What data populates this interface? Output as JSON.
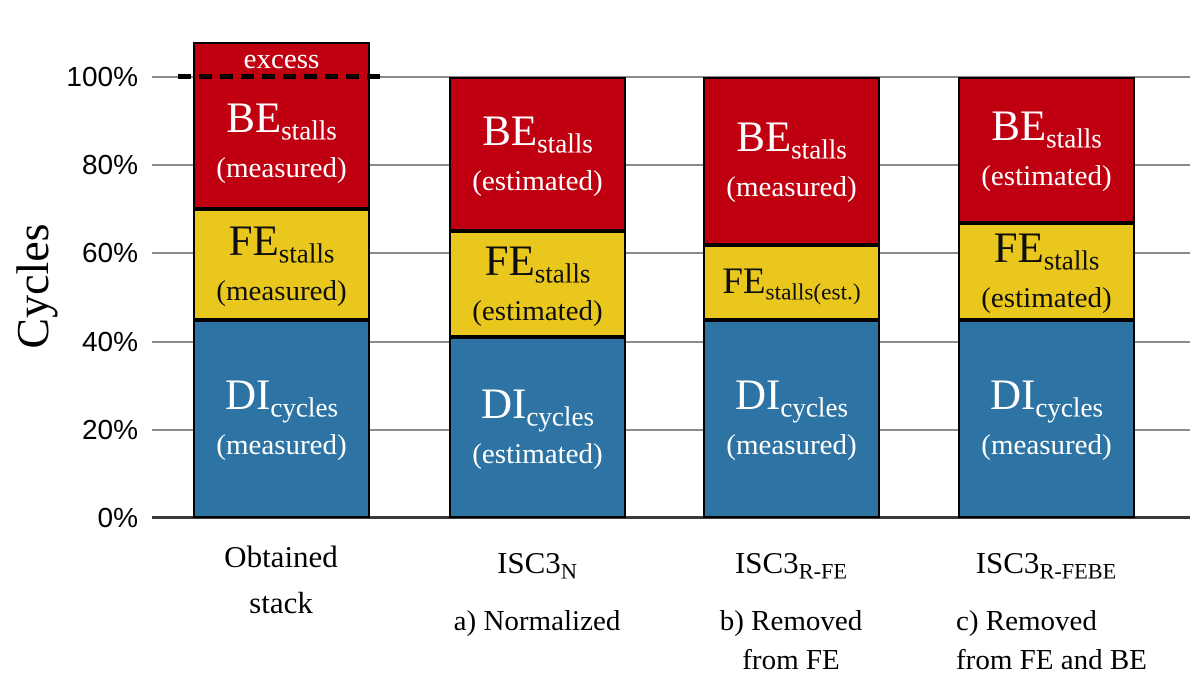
{
  "chart_data": {
    "type": "bar",
    "stacked": true,
    "title": "",
    "xlabel": "",
    "ylabel": "Cycles",
    "ylim": [
      0,
      112
    ],
    "ytick_labels": [
      "0%",
      "20%",
      "40%",
      "60%",
      "80%",
      "100%"
    ],
    "ytick_values": [
      0,
      20,
      40,
      60,
      80,
      100
    ],
    "grid": "horizontal gray lines",
    "legend_position": "none (labels drawn inside segments)",
    "reference_line": {
      "value": 100,
      "style": "dashed",
      "drawn_over": "Obtained stack"
    },
    "categories": [
      "Obtained stack",
      "ISC3_N",
      "ISC3_R-FE",
      "ISC3_R-FEBE"
    ],
    "series": [
      {
        "name": "DI_cycles",
        "color": "#2D74A4",
        "values": [
          45,
          41,
          45,
          45
        ]
      },
      {
        "name": "FE_stalls",
        "color": "#E9C71C",
        "values": [
          25,
          24,
          17,
          22
        ]
      },
      {
        "name": "BE_stalls",
        "color": "#C00010",
        "values": [
          38,
          35,
          38,
          33
        ]
      }
    ],
    "excess_over_100_pct": {
      "Obtained stack": 8
    }
  },
  "axis": {
    "ylabel": "Cycles",
    "yticks": [
      {
        "label": "100%",
        "value": 100
      },
      {
        "label": "80%",
        "value": 80
      },
      {
        "label": "60%",
        "value": 60
      },
      {
        "label": "40%",
        "value": 40
      },
      {
        "label": "20%",
        "value": 20
      },
      {
        "label": "0%",
        "value": 0
      }
    ]
  },
  "bars": [
    {
      "tick_label": {
        "line1": "Obtained",
        "line2": "stack"
      },
      "caption": {
        "line1": "",
        "line2": ""
      },
      "segments": {
        "be": {
          "label": "BE",
          "sub": "stalls",
          "note": "(measured)",
          "from": 70,
          "to": 108,
          "excess": "excess"
        },
        "fe": {
          "label": "FE",
          "sub": "stalls",
          "note": "(measured)",
          "from": 45,
          "to": 70
        },
        "di": {
          "label": "DI",
          "sub": "cycles",
          "note": "(measured)",
          "from": 0,
          "to": 45
        }
      }
    },
    {
      "tick_label": {
        "main": "ISC3",
        "sub": "N"
      },
      "caption": {
        "line1": "a) Normalized",
        "line2": ""
      },
      "segments": {
        "be": {
          "label": "BE",
          "sub": "stalls",
          "note": "(estimated)",
          "from": 65,
          "to": 100
        },
        "fe": {
          "label": "FE",
          "sub": "stalls",
          "note": "(estimated)",
          "from": 41,
          "to": 65
        },
        "di": {
          "label": "DI",
          "sub": "cycles",
          "note": "(estimated)",
          "from": 0,
          "to": 41
        }
      }
    },
    {
      "tick_label": {
        "main": "ISC3",
        "sub": "R-FE"
      },
      "caption": {
        "line1": "b) Removed",
        "line2": "from FE"
      },
      "segments": {
        "be": {
          "label": "BE",
          "sub": "stalls",
          "note": "(measured)",
          "from": 62,
          "to": 100
        },
        "fe": {
          "label": "FE",
          "sub": "stalls(est.)",
          "note": "",
          "from": 45,
          "to": 62
        },
        "di": {
          "label": "DI",
          "sub": "cycles",
          "note": "(measured)",
          "from": 0,
          "to": 45
        }
      }
    },
    {
      "tick_label": {
        "main": "ISC3",
        "sub": "R-FEBE"
      },
      "caption": {
        "line1": "c) Removed",
        "line2": "from FE and BE"
      },
      "segments": {
        "be": {
          "label": "BE",
          "sub": "stalls",
          "note": "(estimated)",
          "from": 67,
          "to": 100
        },
        "fe": {
          "label": "FE",
          "sub": "stalls",
          "note": "(estimated)",
          "from": 45,
          "to": 67
        },
        "di": {
          "label": "DI",
          "sub": "cycles",
          "note": "(measured)",
          "from": 0,
          "to": 45
        }
      }
    }
  ],
  "colors": {
    "di": "#2D74A4",
    "fe": "#E9C71C",
    "be": "#C00010",
    "segment_border": "#000000",
    "gridline": "#8A8A8A",
    "axis_line": "#3A3A3A",
    "dashed_line": "#000000",
    "background": "#FFFFFF"
  }
}
